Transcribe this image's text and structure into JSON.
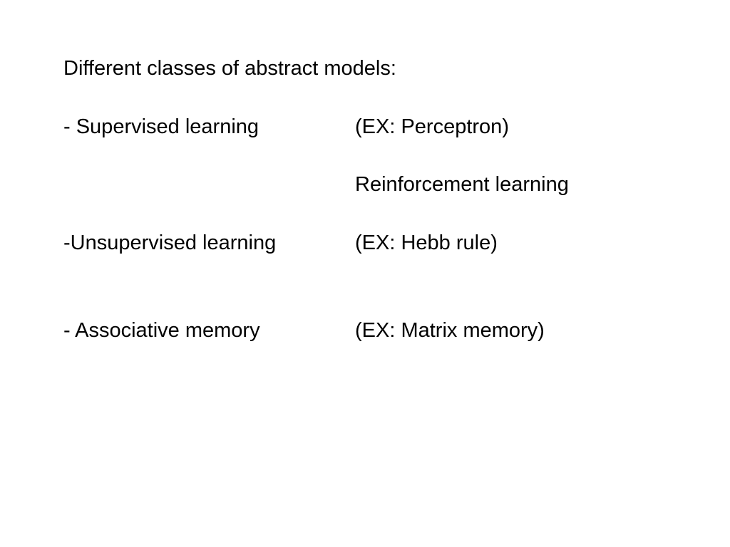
{
  "slide": {
    "title": "Different classes of abstract models:",
    "rows": [
      {
        "category": "- Supervised learning",
        "example": "(EX: Perceptron)"
      },
      {
        "category": "",
        "example": "Reinforcement learning"
      },
      {
        "category": "-Unsupervised learning",
        "example": "(EX: Hebb rule)"
      },
      {
        "category": "- Associative memory",
        "example": "(EX: Matrix memory)"
      }
    ]
  }
}
